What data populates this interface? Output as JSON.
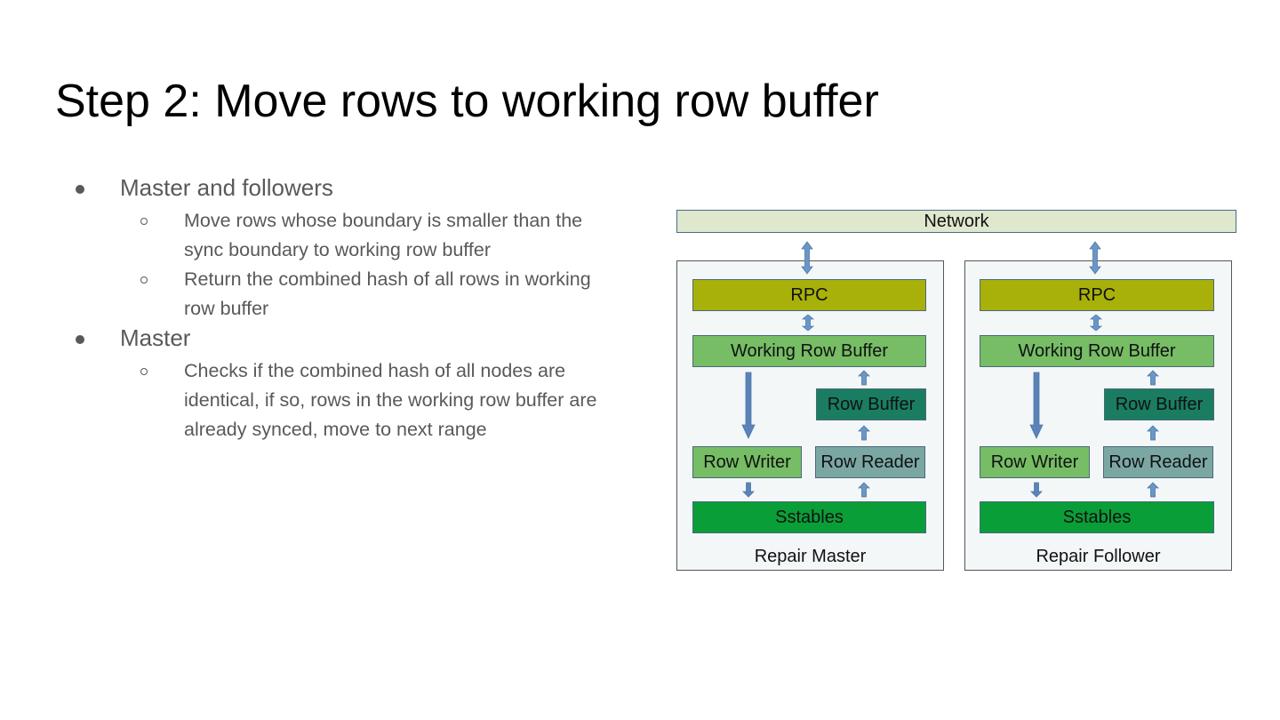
{
  "slide": {
    "title": "Step 2: Move rows to working row buffer",
    "bullets": [
      {
        "text": "Master and followers",
        "children": [
          "Move rows whose boundary is smaller than the sync boundary to working row buffer",
          "Return the combined hash of all rows in working row buffer"
        ]
      },
      {
        "text": "Master",
        "children": [
          "Checks if the combined hash of all nodes are identical, if so, rows in the working row buffer are already synced, move to next range"
        ]
      }
    ]
  },
  "diagram": {
    "network": "Network",
    "panels": [
      {
        "label": "Repair Master",
        "rpc": "RPC",
        "working_row_buffer": "Working Row Buffer",
        "row_buffer": "Row Buffer",
        "row_writer": "Row Writer",
        "row_reader": "Row Reader",
        "sstables": "Sstables"
      },
      {
        "label": "Repair Follower",
        "rpc": "RPC",
        "working_row_buffer": "Working Row Buffer",
        "row_buffer": "Row Buffer",
        "row_writer": "Row Writer",
        "row_reader": "Row Reader",
        "sstables": "Sstables"
      }
    ],
    "colors": {
      "network": "#dfe8cd",
      "rpc": "#a8b00a",
      "working_row_buffer": "#76bd65",
      "row_buffer": "#1a7d62",
      "row_writer": "#76bd65",
      "row_reader": "#7ba7a3",
      "sstables": "#0a9e38",
      "arrow": "#6a96c8"
    }
  }
}
